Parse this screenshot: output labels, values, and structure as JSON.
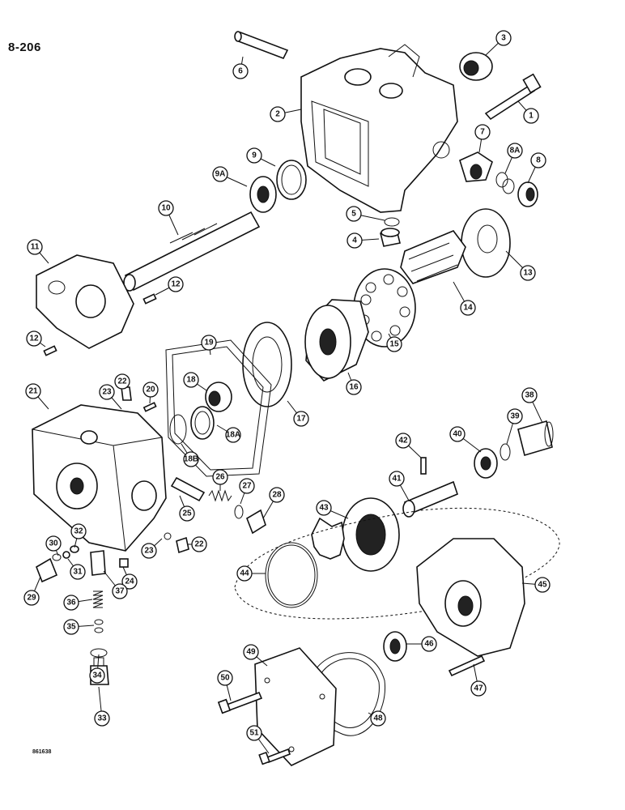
{
  "page": {
    "number": "8-206",
    "drawing_number": "861638"
  },
  "callouts": [
    "1",
    "2",
    "3",
    "4",
    "5",
    "6",
    "7",
    "8",
    "8A",
    "9",
    "9A",
    "10",
    "11",
    "12",
    "12",
    "13",
    "14",
    "15",
    "16",
    "17",
    "18",
    "18A",
    "18B",
    "19",
    "20",
    "21",
    "22",
    "22",
    "23",
    "23",
    "24",
    "25",
    "26",
    "27",
    "28",
    "29",
    "30",
    "31",
    "32",
    "33",
    "34",
    "35",
    "36",
    "37",
    "38",
    "39",
    "40",
    "41",
    "42",
    "43",
    "44",
    "45",
    "46",
    "47",
    "48",
    "49",
    "50",
    "51"
  ]
}
